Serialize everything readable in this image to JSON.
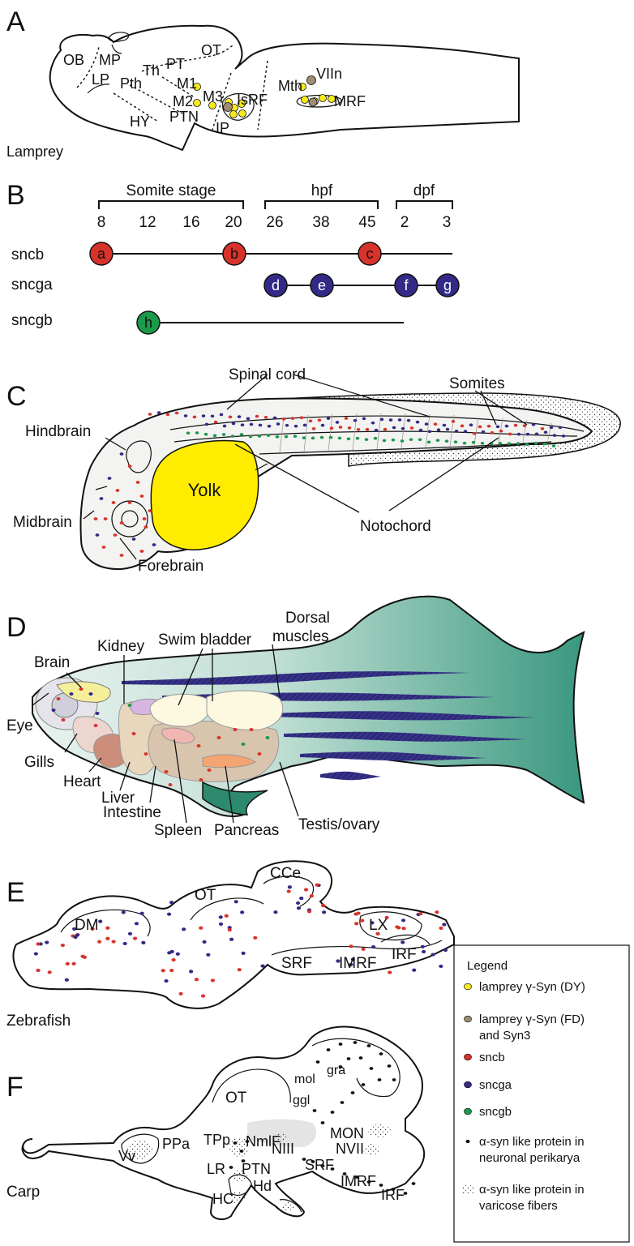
{
  "panels": {
    "A": {
      "letter": "A",
      "species": "Lamprey",
      "regions": [
        "OB",
        "MP",
        "LP",
        "Th",
        "PT",
        "OT",
        "Pth",
        "M1",
        "M2",
        "M3",
        "IsRF",
        "HY",
        "PTN",
        "IP",
        "Mth",
        "VIIn",
        "MRF"
      ]
    },
    "B": {
      "letter": "B",
      "stage_groups": [
        "Somite stage",
        "hpf",
        "dpf"
      ],
      "ticks": [
        "8",
        "12",
        "16",
        "20",
        "26",
        "38",
        "45",
        "2",
        "3"
      ],
      "genes": [
        "sncb",
        "sncga",
        "sncgb"
      ],
      "markers": [
        "a",
        "b",
        "c",
        "d",
        "e",
        "f",
        "g",
        "h"
      ]
    },
    "C": {
      "letter": "C",
      "labels": [
        "Spinal cord",
        "Somites",
        "Hindbrain",
        "Yolk",
        "Midbrain",
        "Notochord",
        "Forebrain"
      ]
    },
    "D": {
      "letter": "D",
      "labels": [
        "Dorsal",
        "muscles",
        "Swim bladder",
        "Kidney",
        "Brain",
        "Eye",
        "Gills",
        "Heart",
        "Liver",
        "Intestine",
        "Spleen",
        "Pancreas",
        "Testis/ovary"
      ]
    },
    "E": {
      "letter": "E",
      "species": "Zebrafish",
      "regions": [
        "CCe",
        "OT",
        "DM",
        "LX",
        "SRF",
        "IMRF",
        "IRF"
      ]
    },
    "F": {
      "letter": "F",
      "species": "Carp",
      "regions": [
        "OT",
        "mol",
        "gra",
        "ggl",
        "PPa",
        "Vv",
        "TPp",
        "NmlF",
        "NIII",
        "MON",
        "NVII",
        "LR",
        "PTN",
        "SRF",
        "IMRF",
        "IRF",
        "HC",
        "Hd"
      ]
    }
  },
  "legend": {
    "title": "Legend",
    "items": [
      {
        "text": [
          "lamprey γ-Syn (DY)"
        ],
        "symbol": "yellow-dot",
        "color": "#f7ea1c"
      },
      {
        "text": [
          "lamprey γ-Syn (FD)",
          "and Syn3"
        ],
        "symbol": "brown-dot",
        "color": "#a08c74"
      },
      {
        "text": [
          "sncb"
        ],
        "symbol": "red-dot",
        "color": "#d7332b"
      },
      {
        "text": [
          "sncga"
        ],
        "symbol": "purple-dot",
        "color": "#332a87"
      },
      {
        "text": [
          "sncgb"
        ],
        "symbol": "green-dot",
        "color": "#1a9a4a"
      },
      {
        "text": [
          "α-syn like protein in",
          "neuronal perikarya"
        ],
        "symbol": "black-dot",
        "color": "#111111"
      },
      {
        "text": [
          "α-syn like protein in",
          "varicose fibers"
        ],
        "symbol": "stipple",
        "color": "#111111"
      }
    ]
  },
  "colors": {
    "sncb": "#d7332b",
    "sncga": "#332a87",
    "sncgb": "#1a9a4a",
    "lamprey_dy": "#f7ea1c",
    "lamprey_fd": "#a08c74",
    "yolk": "#ffec00",
    "fish_body": "#3f9c82"
  }
}
